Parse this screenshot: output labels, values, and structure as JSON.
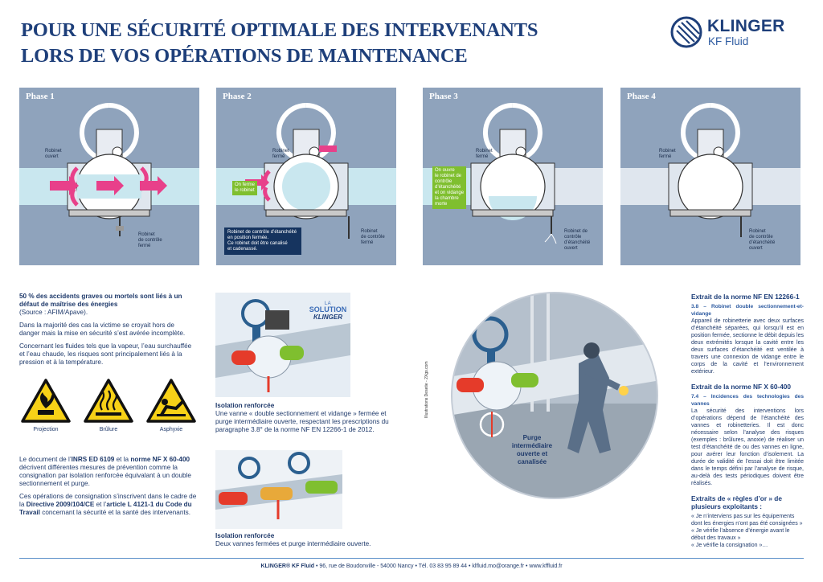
{
  "header": {
    "title_line1": "POUR UNE SÉCURITÉ OPTIMALE DES INTERVENANTS",
    "title_line2": "LORS DE VOS OPÉRATIONS DE MAINTENANCE",
    "logo_brand": "KLINGER",
    "logo_sub": "KF Fluid"
  },
  "phases": [
    {
      "title": "Phase 1",
      "label_top": "Robinet\nouvert",
      "label_bottom": "Robinet\nde contrôle\nfermé"
    },
    {
      "title": "Phase 2",
      "label_top": "Robinet\nfermé",
      "green_box": "On ferme\nle robinet",
      "navy_box": "Robinet de contrôle d’étanchéité\nen position fermée.\nCe robinet doit être canalisé\net cadenassé.",
      "label_bottom": "Robinet\nde contrôle\nfermé"
    },
    {
      "title": "Phase 3",
      "label_top": "Robinet\nfermé",
      "green_box": "On ouvre\nle robinet de\ncontrôle\nd’étanchéité\net on vidange\nla chambre\nmorte",
      "label_bottom": "Robinet de\ncontrôle\nd’étanchéité\nouvert"
    },
    {
      "title": "Phase 4",
      "label_top": "Robinet\nfermé",
      "label_bottom": "Robinet\nde contrôle\nd’étanchéité\nouvert"
    }
  ],
  "col1": {
    "p1_bold": "50 % des accidents graves ou mortels sont liés à un défaut de maîtrise des énergies",
    "p1_source": "(Source : AFIM/Apave).",
    "p2": "Dans la majorité des cas la victime se croyait hors de danger mais la mise en sécurité s’est avérée incomplète.",
    "p3": "Concernant les fluides tels que la vapeur, l’eau surchauffée et l’eau chaude, les risques sont principalement liés à la pression et à la température.",
    "hazards": [
      "Projection",
      "Brûlure",
      "Asphyxie"
    ],
    "p4_a": "Le document de l’",
    "p4_b": "INRS ED 6109",
    "p4_c": " et la ",
    "p4_d": "norme NF X 60-400",
    "p4_e": " décrivent différentes mesures de prévention comme la consignation par isolation renforcée équivalant à un double sectionnement et purge.",
    "p5_a": "Ces opérations de consignation s’inscrivent dans le cadre de la ",
    "p5_b": "Directive 2009/104/CE",
    "p5_c": " et l’",
    "p5_d": "article L 4121-1 du Code du Travail",
    "p5_e": " concernant la sécurité et la santé des intervenants."
  },
  "col2": {
    "badge_1": "LA",
    "badge_2": "SOLUTION",
    "badge_3": "KLINGER",
    "cap1_title": "Isolation renforcée",
    "cap1_text": "Une vanne « double sectionnement et vidange » fermée et purge intermédiaire ouverte, respectant les prescriptions du paragraphe 3.8° de la norme NF EN 12266-1 de 2012.",
    "cap2_title": "Isolation renforcée",
    "cap2_text": "Deux vannes fermées et purge intermédiaire ouverte."
  },
  "col3": {
    "credit": "Illustrations Desetie - 2Xgo.com",
    "purge_label": "Purge\nintermédiaire\nouverte et\ncanalisée"
  },
  "col4": {
    "h1": "Extrait de la norme NF EN 12266-1",
    "sh1": "3.8 – Robinet double sectionnement-et-vidange",
    "t1": "Appareil de robinetterie avec deux surfaces d’étanchéité séparées, qui lorsqu’il est en position fermée, sectionne le débit depuis les deux extrémités lorsque la cavité entre les deux surfaces d’étanchéité est ventilée à travers une connexion de vidange entre le corps de la cavité et l’environnement extérieur.",
    "h2": "Extrait de la norme NF X 60-400",
    "sh2": "7.4 – Incidences des technologies des vannes",
    "t2": "La sécurité des interventions lors d’opérations dépend de l’étanchéité des vannes et robinetteries. Il est donc nécessaire selon l’analyse des risques (exemples : brûlures, anoxie) de réaliser un test d’étanchéité de ou des vannes en ligne, pour avérer leur fonction d’isolement. La durée de validité de l’essai doit être limitée dans le temps défini par l’analyse de risque, au-delà des tests périodiques doivent être réalisés.",
    "h3": "Extraits de « règles d’or » de plusieurs exploitants :",
    "r1": "« Je n’interviens pas sur les équipements dont les énergies n’ont pas été consignées »",
    "r2": "« Je vérifie l’absence d’énergie avant le début des travaux »",
    "r3": "« Je vérifie la consignation »…"
  },
  "footer": {
    "brand": "KLINGER® KF Fluid",
    "rest": " • 96, rue de Boudonville - 54000 Nancy • Tél. 03 83 95 89 44 • klfluid.mo@orange.fr • www.kffluid.fr"
  },
  "colors": {
    "navy": "#1e3f7a",
    "phase_bg": "#8fa3bc",
    "pink": "#e8408a",
    "green": "#7fbf2f",
    "red": "#e53b2a"
  }
}
